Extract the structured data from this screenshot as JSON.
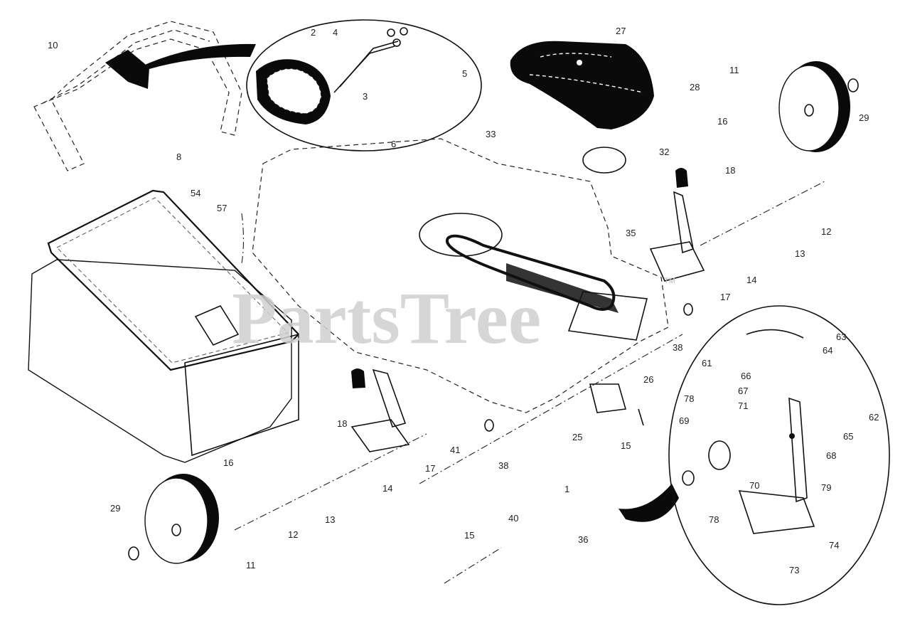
{
  "watermark": {
    "text": "PartsTree",
    "trademark": "TM"
  },
  "labels": [
    {
      "id": "l10",
      "text": "10"
    },
    {
      "id": "l2",
      "text": "2"
    },
    {
      "id": "l4",
      "text": "4"
    },
    {
      "id": "l5",
      "text": "5"
    },
    {
      "id": "l3",
      "text": "3"
    },
    {
      "id": "l6",
      "text": "6"
    },
    {
      "id": "l8",
      "text": "8"
    },
    {
      "id": "l27",
      "text": "27"
    },
    {
      "id": "l11a",
      "text": "11"
    },
    {
      "id": "l28",
      "text": "28"
    },
    {
      "id": "l29a",
      "text": "29"
    },
    {
      "id": "l16a",
      "text": "16"
    },
    {
      "id": "l33",
      "text": "33"
    },
    {
      "id": "l32",
      "text": "32"
    },
    {
      "id": "l18a",
      "text": "18"
    },
    {
      "id": "l54",
      "text": "54"
    },
    {
      "id": "l57",
      "text": "57"
    },
    {
      "id": "l35",
      "text": "35"
    },
    {
      "id": "l12a",
      "text": "12"
    },
    {
      "id": "l13a",
      "text": "13"
    },
    {
      "id": "l14a",
      "text": "14"
    },
    {
      "id": "l17a",
      "text": "17"
    },
    {
      "id": "l38a",
      "text": "38"
    },
    {
      "id": "l63",
      "text": "63"
    },
    {
      "id": "l64",
      "text": "64"
    },
    {
      "id": "l61",
      "text": "61"
    },
    {
      "id": "l66",
      "text": "66"
    },
    {
      "id": "l67",
      "text": "67"
    },
    {
      "id": "l71",
      "text": "71"
    },
    {
      "id": "l26",
      "text": "26"
    },
    {
      "id": "l78a",
      "text": "78"
    },
    {
      "id": "l69",
      "text": "69"
    },
    {
      "id": "l62",
      "text": "62"
    },
    {
      "id": "l65",
      "text": "65"
    },
    {
      "id": "l68",
      "text": "68"
    },
    {
      "id": "l18b",
      "text": "18"
    },
    {
      "id": "l25",
      "text": "25"
    },
    {
      "id": "l15a",
      "text": "15"
    },
    {
      "id": "l41",
      "text": "41"
    },
    {
      "id": "l16b",
      "text": "16"
    },
    {
      "id": "l17b",
      "text": "17"
    },
    {
      "id": "l38b",
      "text": "38"
    },
    {
      "id": "l70",
      "text": "70"
    },
    {
      "id": "l79",
      "text": "79"
    },
    {
      "id": "l29b",
      "text": "29"
    },
    {
      "id": "l14b",
      "text": "14"
    },
    {
      "id": "l1",
      "text": "1"
    },
    {
      "id": "l78b",
      "text": "78"
    },
    {
      "id": "l40",
      "text": "40"
    },
    {
      "id": "l13b",
      "text": "13"
    },
    {
      "id": "l12b",
      "text": "12"
    },
    {
      "id": "l15b",
      "text": "15"
    },
    {
      "id": "l36",
      "text": "36"
    },
    {
      "id": "l74",
      "text": "74"
    },
    {
      "id": "l11b",
      "text": "11"
    },
    {
      "id": "l73",
      "text": "73"
    }
  ]
}
